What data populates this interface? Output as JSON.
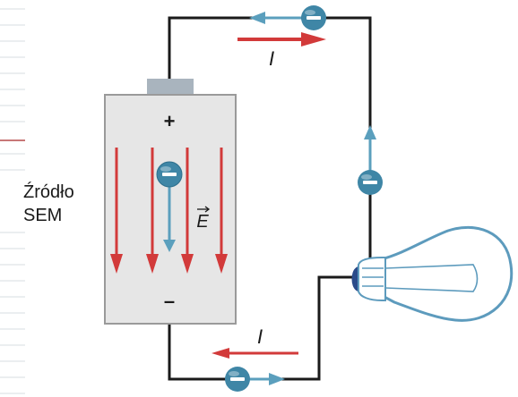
{
  "labels": {
    "source_line1": "Źródło",
    "source_line2": "SEM",
    "plus": "+",
    "minus": "–",
    "field": "E",
    "current_top": "I",
    "current_bottom": "I"
  },
  "electron_symbol": "−",
  "colors": {
    "wire": "#1a1a1a",
    "battery_body": "#e6e6e6",
    "battery_border": "#9a9a9a",
    "battery_terminal": "#a9b4be",
    "current_arrow": "#d23a3a",
    "electron_fill": "#3f86a6",
    "electron_flow_arrow": "#5b9fbd",
    "bulb_outline": "#5d9bbd",
    "bulb_base": "#2a4b8a",
    "notebook_line": "#d7dde2",
    "notebook_margin": "#b54a4a"
  },
  "icons": {
    "electron": "electron-icon",
    "bulb": "light-bulb-icon",
    "battery": "battery-icon"
  }
}
